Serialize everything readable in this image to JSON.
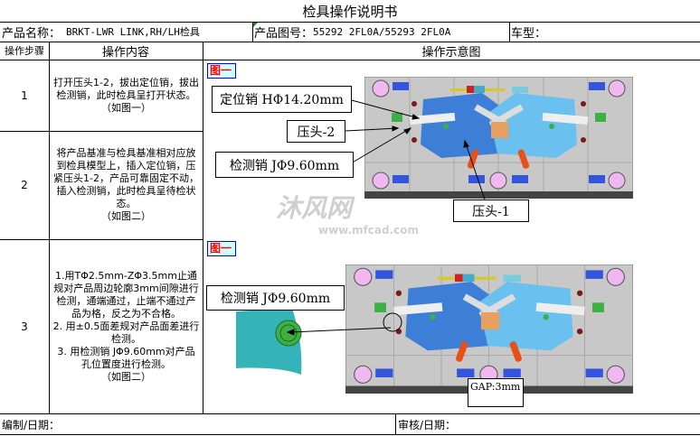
{
  "title": "检具操作说明书",
  "info": {
    "product_name_label": "产品名称：",
    "product_name": "BRKT-LWR LINK,RH/LH检具",
    "drawing_no_label": "产品图号：",
    "drawing_no": "55292 2FL0A/55293 2FL0A",
    "vehicle_label": "车型："
  },
  "headers": {
    "step": "操作步骤",
    "content": "操作内容",
    "diagram": "操作示意图"
  },
  "steps": [
    {
      "no": "1",
      "text": "打开压头1-2，拔出定位销，拔出检测销，此时检具呈打开状态。\n（如图一）"
    },
    {
      "no": "2",
      "text": "将产品基准与检具基准相对应放到检具模型上，插入定位销，压紧压头1-2，产品可靠固定不动，插入检测销，此时检具呈待检状态。\n（如图二）"
    },
    {
      "no": "3",
      "text": "1.用TΦ2.5mm-ZΦ3.5mm止通规对产品周边轮廓3mm间隙进行检测，通端通过，止端不通过产品为格，反之为不合格。\n2. 用±0.5面差规对产品面差进行检测。\n3. 用检测销 JΦ9.60mm对产品孔位置度进行检测。\n（如图二）"
    }
  ],
  "figure1": {
    "label": "图一",
    "callouts": {
      "locating_pin": "定位销 HΦ14.20mm",
      "clamp2": "压头-2",
      "check_pin": "检测销 JΦ9.60mm",
      "clamp1": "压头-1"
    }
  },
  "figure2": {
    "label": "图一",
    "callouts": {
      "check_pin": "检测销 JΦ9.60mm",
      "gap": "GAP:3mm"
    }
  },
  "watermark": {
    "logo": "沐风网",
    "url": "www.mfcad.com"
  },
  "footer": {
    "prepared": "编制/日期：",
    "reviewed": "审核/日期："
  },
  "colors": {
    "fixture_base": "#c8c8c8",
    "fixture_blue": "#3d7fd6",
    "part_teal": "#35b3b8",
    "pin_green": "#3cb043",
    "handle_orange": "#e8501a"
  }
}
